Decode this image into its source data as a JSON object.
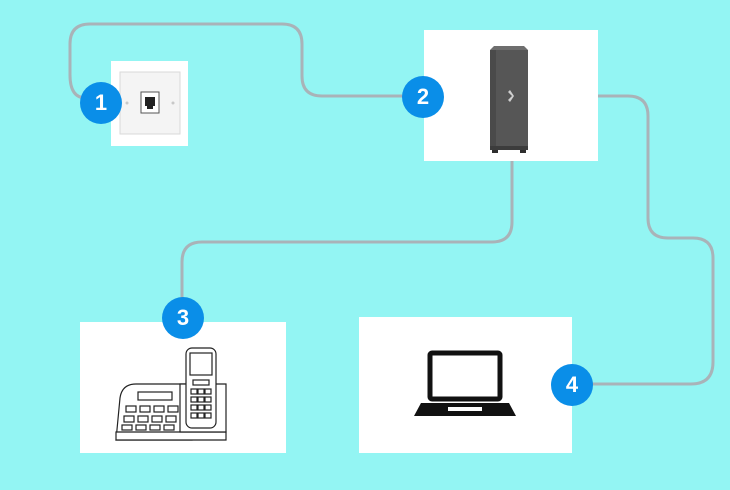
{
  "diagram": {
    "steps": [
      {
        "number": "1",
        "device": "wall-phone-socket"
      },
      {
        "number": "2",
        "device": "modem"
      },
      {
        "number": "3",
        "device": "cordless-phone"
      },
      {
        "number": "4",
        "device": "laptop"
      }
    ]
  },
  "colors": {
    "background": "#93f5f3",
    "cable": "#a9b3b8",
    "badge": "#0a8ee8",
    "badge_text": "#ffffff",
    "card": "#ffffff",
    "modem_body": "#555555"
  }
}
